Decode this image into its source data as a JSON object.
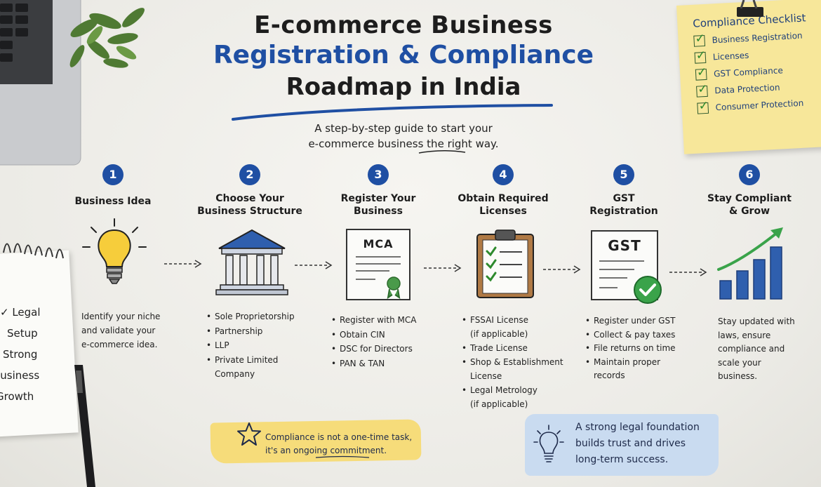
{
  "title": {
    "line1": "E-commerce Business",
    "line2": "Registration & Compliance",
    "line3": "Roadmap in India",
    "subtitle_line1": "A step-by-step guide to start your",
    "subtitle_line2": "e-commerce business the right way."
  },
  "checklist": {
    "title": "Compliance Checklist",
    "items": [
      "Business Registration",
      "Licenses",
      "GST Compliance",
      "Data Protection",
      "Consumer Protection"
    ]
  },
  "steps": [
    {
      "number": "1",
      "title": "Business Idea",
      "description": [
        "Identify your niche",
        "and validate your",
        "e-commerce idea."
      ]
    },
    {
      "number": "2",
      "title_line1": "Choose Your",
      "title_line2": "Business Structure",
      "bullets": [
        "Sole Proprietorship",
        "Partnership",
        "LLP",
        "Private Limited"
      ],
      "bullet_cont": "Company"
    },
    {
      "number": "3",
      "title_line1": "Register Your",
      "title_line2": "Business",
      "icon_label": "MCA",
      "bullets": [
        "Register with MCA",
        "Obtain CIN",
        "DSC for Directors",
        "PAN & TAN"
      ]
    },
    {
      "number": "4",
      "title_line1": "Obtain Required",
      "title_line2": "Licenses",
      "bullets": [
        "FSSAI License",
        "(if applicable)",
        "Trade License",
        "Shop & Establishment",
        "License",
        "Legal Metrology",
        "(if applicable)"
      ]
    },
    {
      "number": "5",
      "title_line1": "GST",
      "title_line2": "Registration",
      "icon_label": "GST",
      "bullets": [
        "Register under GST",
        "Collect & pay taxes",
        "File returns on time",
        "Maintain proper",
        "records"
      ]
    },
    {
      "number": "6",
      "title_line1": "Stay Compliant",
      "title_line2": "& Grow",
      "description": [
        "Stay updated with",
        "laws, ensure",
        "compliance and",
        "scale your",
        "business."
      ]
    }
  ],
  "banners": {
    "yellow_line1": "Compliance is not a one-time task,",
    "yellow_line2": "it's an ongoing commitment.",
    "blue_line1": "A strong legal foundation",
    "blue_line2": "builds trust and drives",
    "blue_line3": "long-term success."
  },
  "notepad": {
    "lines": [
      "✓ Legal",
      "Setup",
      "Strong",
      "Business",
      "Growth"
    ]
  },
  "colors": {
    "accent": "#1f4fa3",
    "note": "#f7e79a",
    "yellow_banner": "#f6dc7a",
    "blue_banner": "#c9dbf0",
    "check_green": "#2d8a2d"
  }
}
